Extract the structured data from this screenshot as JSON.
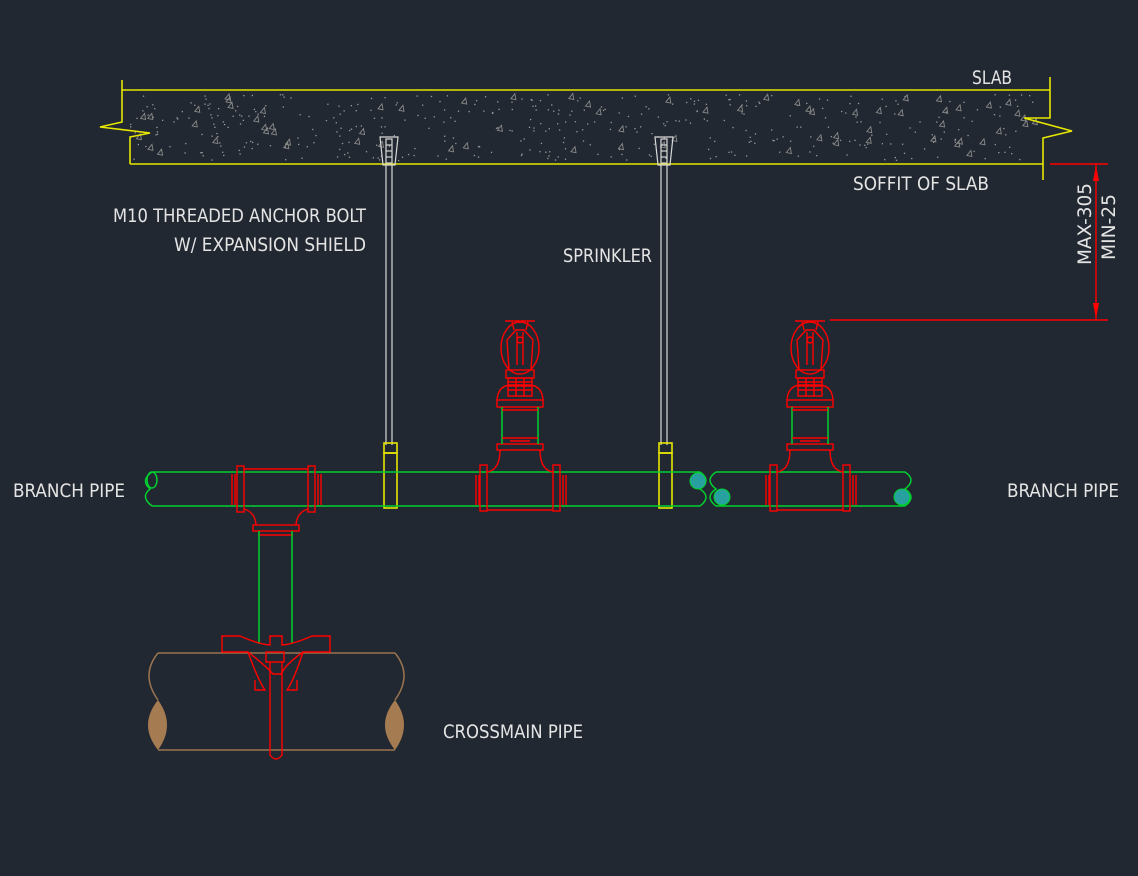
{
  "labels": {
    "slab": "SLAB",
    "soffit": "SOFFIT OF SLAB",
    "anchor_line1": "M10 THREADED ANCHOR BOLT",
    "anchor_line2": "W/ EXPANSION SHIELD",
    "sprinkler": "SPRINKLER",
    "branch_pipe_left": "BRANCH PIPE",
    "branch_pipe_right": "BRANCH PIPE",
    "crossmain": "CROSSMAIN PIPE",
    "dim_max": "MAX-305",
    "dim_min": "MIN-25"
  },
  "colors": {
    "background": "#222831",
    "slab": "#e6e600",
    "fitting": "#ff0000",
    "pipe": "#00d030",
    "crossmain": "#9a7450",
    "crossmain_fill": "#a57c52"
  }
}
